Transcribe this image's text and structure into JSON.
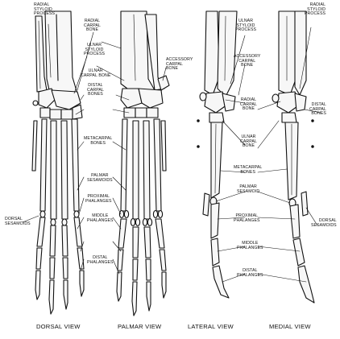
{
  "labels": {
    "radial_styloid_process": "RADIAL\nSTYLOID\nPROCESS",
    "radial_carpal_bone": "RADIAL\nCARPAL\nBONE",
    "ulnar_styloid_process": "ULNAR\nSTYLOID\nPROCESS",
    "ulnar_carpal_bone_center": "ULNAR\nCARPAL BONE",
    "accessory_carpal_bone_top": "ACCESSORY\nCARPAL\nBONE",
    "distal_carpal_bones_center": "DISTAL\nCARPAL\nBONES",
    "metacarpal_bones_center": "METACARPAL\nBONES",
    "palmar_sesamoids": "PALMAR\nSESAMOIDS",
    "proximal_phalanges_center": "PROXIMAL\nPHALANGES",
    "middle_phalanges_center": "MIDDLE\nPHALANGES",
    "distal_phalanges_center": "DISTAL\nPHALANGES",
    "dorsal_sesamoids_left": "DORSAL\nSESAMOIDS",
    "ulnar_styloid_process_right": "ULNAR\nSTYLOID\nPROCESS",
    "radial_styloid_process_right": "RADIAL\nSTYLOID\nPROCESS",
    "accessory_carpal_bone_right": "ACCESSORY\nCARPAL\nBONE",
    "radial_carpal_bone_right": "RADIAL\nCARPAL\nBONE",
    "distal_carpal_bones_right": "DISTAL\nCARPAL\nBONES",
    "ulnar_carpal_bone_right": "ULNAR\nCARPAL\nBONE",
    "metacarpal_bones_right": "METACARPAL\nBONES",
    "palmar_sesamoid_right": "PALMAR\nSESAMOID",
    "proximal_phalanges_right": "PROXIMAL\nPHALANGES",
    "dorsal_sesamoids_right": "DORSAL\nSESAMOIDS",
    "middle_phalanges_right": "MIDDLE\nPHALANGES",
    "distal_phalanges_right": "DISTAL\nPHALANGES"
  },
  "captions": {
    "dorsal_view": "DORSAL VIEW",
    "palmar_view": "PALMAR VIEW",
    "lateral_view": "LATERAL VIEW",
    "medial_view": "MEDIAL VIEW"
  }
}
